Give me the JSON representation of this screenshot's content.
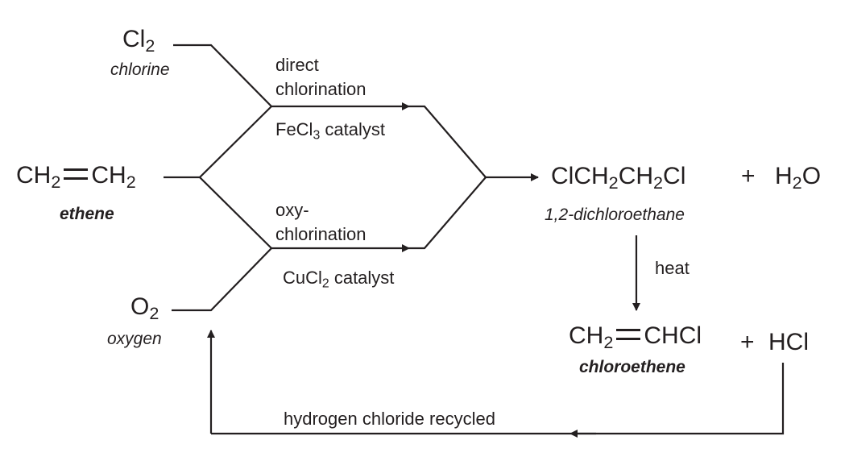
{
  "chlorine": {
    "formula": "Cl",
    "sub": "2",
    "name": "chlorine"
  },
  "ethene": {
    "part1": "CH",
    "sub1": "2",
    "part2": "CH",
    "sub2": "2",
    "name": "ethene"
  },
  "oxygen": {
    "formula": "O",
    "sub": "2",
    "name": "oxygen"
  },
  "direct": {
    "line1": "direct",
    "line2": "chlorination",
    "cat_pre": "FeCl",
    "cat_sub": "3",
    "cat_post": " catalyst"
  },
  "oxy": {
    "line1": "oxy-",
    "line2": "chlorination",
    "cat_pre": "CuCl",
    "cat_sub": "2",
    "cat_post": " catalyst"
  },
  "product1": {
    "p1": "ClCH",
    "s1": "2",
    "p2": "CH",
    "s2": "2",
    "p3": "Cl",
    "name": "1,2-dichloroethane"
  },
  "water": {
    "plus": "+",
    "p1": "H",
    "s1": "2",
    "p2": "O"
  },
  "heat": "heat",
  "product2": {
    "p1": "CH",
    "s1": "2",
    "p2": "CHCl",
    "name": "chloroethene"
  },
  "hcl": {
    "plus": "+",
    "formula": "HCl"
  },
  "recycle": "hydrogen chloride recycled"
}
